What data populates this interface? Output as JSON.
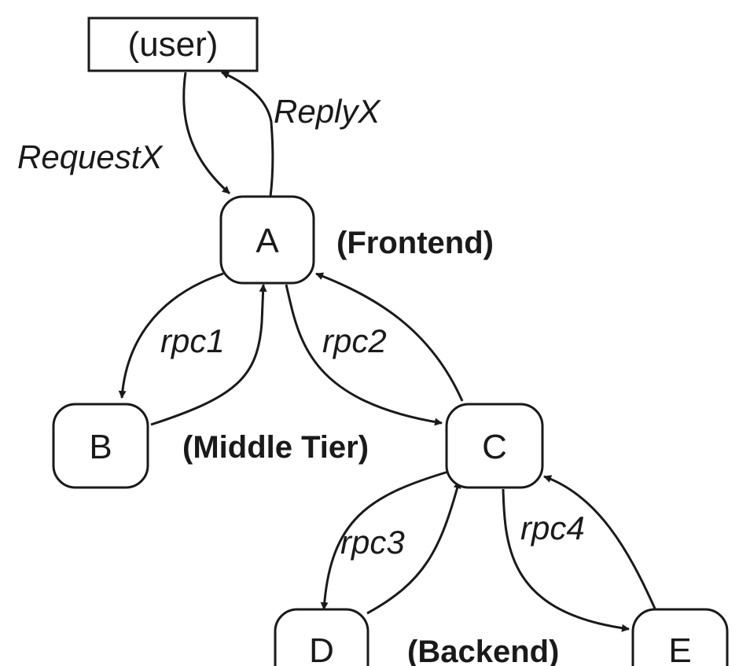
{
  "nodes": {
    "user": "(user)",
    "a": "A",
    "b": "B",
    "c": "C",
    "d": "D",
    "e": "E"
  },
  "edges": {
    "request": "RequestX",
    "reply": "ReplyX",
    "rpc1": "rpc1",
    "rpc2": "rpc2",
    "rpc3": "rpc3",
    "rpc4": "rpc4"
  },
  "tiers": {
    "frontend": "(Frontend)",
    "middle": "(Middle Tier)",
    "backend": "(Backend)"
  }
}
